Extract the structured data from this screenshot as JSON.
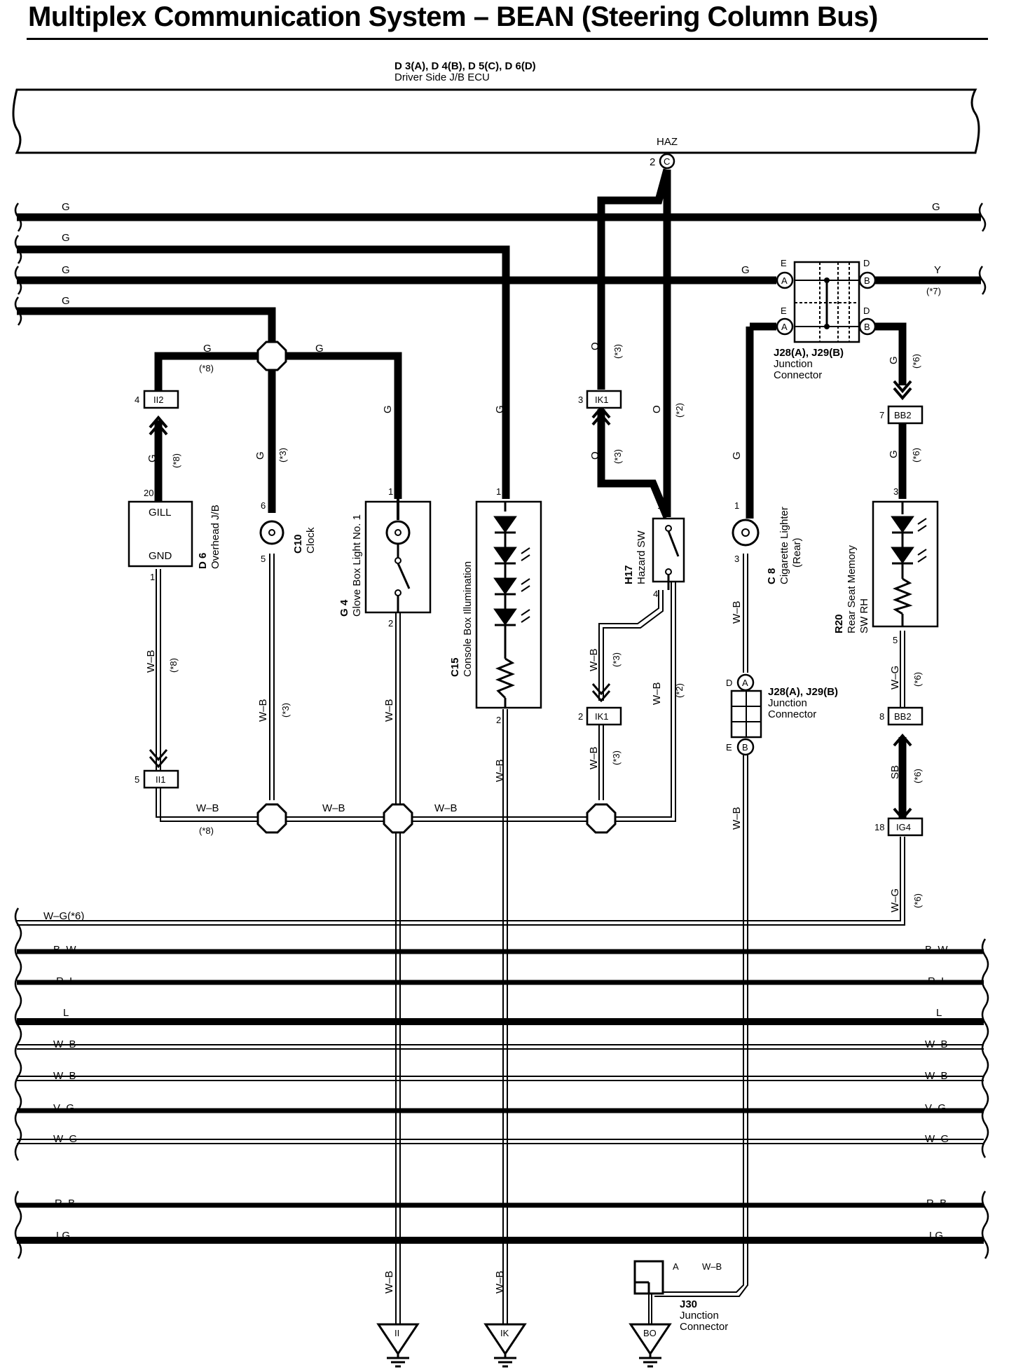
{
  "title": "Multiplex Communication System – BEAN (Steering Column Bus)",
  "ecu": {
    "codes": "D 3(A), D 4(B), D 5(C), D 6(D)",
    "name": "Driver Side J/B ECU",
    "haz_label": "HAZ",
    "haz_pin": "2",
    "haz_connector": "C"
  },
  "bus_wires": {
    "g1_left": "G",
    "g1_right": "G",
    "g2_left": "G",
    "g3_left": "G",
    "g3_mid": "G",
    "g3_right": "Y",
    "g3_note": "(*7)",
    "g4_left": "G"
  },
  "connectors": {
    "ii2": "II2",
    "ii1": "II1",
    "ik1_top": "IK1",
    "ik1_bottom": "IK1",
    "bb2_top": "BB2",
    "bb2_bottom": "BB2",
    "ig4": "IG4"
  },
  "pins": {
    "ii2": "4",
    "ii1": "5",
    "ik1_top": "3",
    "ik1_bottom": "2",
    "bb2_top": "7",
    "bb2_bottom": "8",
    "ig4": "18",
    "gill": "20",
    "gnd": "1",
    "clock_top": "6",
    "clock_bottom": "5",
    "glove_top": "1",
    "glove_bottom": "2",
    "console_top": "1",
    "console_bottom": "2",
    "hazard_top": "1",
    "hazard_bottom": "4",
    "lighter_top": "1",
    "lighter_bottom": "3",
    "rear_top": "3",
    "rear_bottom": "5"
  },
  "components": {
    "d6": {
      "code": "D 6",
      "name": "Overhead J/B",
      "gill": "GILL",
      "gnd": "GND"
    },
    "c10": {
      "code": "C10",
      "name": "Clock"
    },
    "g4": {
      "code": "G 4",
      "name": "Glove Box Light No. 1"
    },
    "c15": {
      "code": "C15",
      "name": "Console Box Illumination"
    },
    "h17": {
      "code": "H17",
      "name": "Hazard SW"
    },
    "c8": {
      "code": "C 8",
      "name": "Cigarette Lighter",
      "note": "(Rear)"
    },
    "r20": {
      "code": "R20",
      "name": "Rear Seat Memory",
      "name2": "SW RH"
    },
    "j28_top": {
      "code": "J28(A), J29(B)",
      "name": "Junction",
      "name2": "Connector",
      "pin_e": "E",
      "pin_d1": "D",
      "pin_e2": "E",
      "pin_d2": "D",
      "a1": "A",
      "b1": "B",
      "a2": "A",
      "b2": "B"
    },
    "j28_mid": {
      "code": "J28(A), J29(B)",
      "name": "Junction",
      "name2": "Connector",
      "pin_d": "D",
      "pin_e": "E",
      "a": "A",
      "b": "B"
    },
    "j30": {
      "code": "J30",
      "name": "Junction",
      "name2": "Connector",
      "pin": "A",
      "wire": "W–B"
    }
  },
  "wire_labels": {
    "d6_top_g": "G",
    "d6_top_note": "(*8)",
    "mid_g": "G",
    "ii2_g": "G",
    "ii2_note": "(*8)",
    "clock_g": "G",
    "clock_note": "(*3)",
    "glove_g": "G",
    "console_g": "G",
    "ik1_o_top": "O",
    "ik1_o_top_note": "(*3)",
    "ik1_o_bot": "O",
    "ik1_o_bot_note": "(*3)",
    "haz_o": "O",
    "haz_o_note": "(*2)",
    "lighter_g": "G",
    "rear_g_top": "G",
    "rear_g_top_note": "(*6)",
    "rear_g_mid": "G",
    "rear_g_mid_note": "(*6)",
    "d6_wb": "W–B",
    "d6_wb_note": "(*8)",
    "clock_wb": "W–B",
    "clock_wb_note": "(*3)",
    "glove_wb": "W–B",
    "console_wb": "W–B",
    "haz_wb_left": "W–B",
    "haz_wb_left_note": "(*3)",
    "haz_wb_right": "W–B",
    "haz_wb_right_note": "(*2)",
    "ik1_wb": "W–B",
    "ik1_wb_note": "(*3)",
    "lighter_wb": "W–B",
    "j28_wb": "W–B",
    "rear_wg": "W–G",
    "rear_wg_note": "(*6)",
    "rear_sb": "SB",
    "rear_sb_note": "(*6)",
    "ig4_wg": "W–G",
    "ig4_wg_note": "(*6)",
    "h_wb1": "W–B",
    "h_wb1_note": "(*8)",
    "h_wb2": "W–B",
    "h_wb3": "W–B",
    "ground_wb1": "W–B",
    "ground_wb2": "W–B"
  },
  "lower_buses": [
    {
      "left": "W–G(*6)",
      "right": ""
    },
    {
      "left": "B–W",
      "right": "B–W"
    },
    {
      "left": "R–L",
      "right": "R–L"
    },
    {
      "left": "L",
      "right": "L"
    },
    {
      "left": "W–B",
      "right": "W–B"
    },
    {
      "left": "W–B",
      "right": "W–B"
    },
    {
      "left": "V–G",
      "right": "V–G"
    },
    {
      "left": "W–G",
      "right": "W–G"
    },
    {
      "left": "R–B",
      "right": "R–B"
    },
    {
      "left": "LG",
      "right": "LG"
    }
  ],
  "grounds": {
    "ii": "II",
    "ik": "IK",
    "bo": "BO"
  }
}
